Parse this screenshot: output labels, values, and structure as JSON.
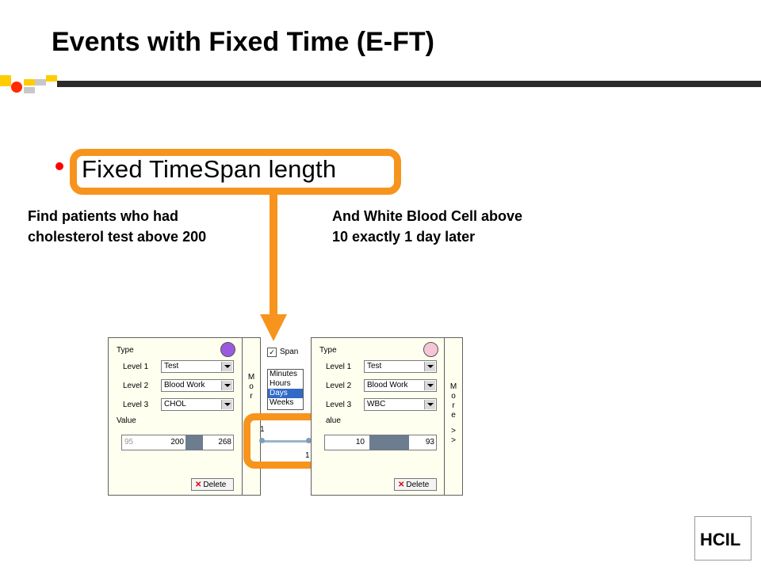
{
  "slide": {
    "title": "Events with Fixed Time (E-FT)",
    "bullet": "Fixed TimeSpan length",
    "note_left": "Find patients who had cholesterol test above 200",
    "note_right": "And White Blood Cell above 10 exactly 1 day later"
  },
  "colors": {
    "accent": "#f7941d",
    "rule": "#2b2b2b",
    "panel_bg": "#fffff0",
    "range_fill": "#6b7d8f"
  },
  "left_panel": {
    "type_label": "Type",
    "circle_color": "#9b59e0",
    "levels": [
      {
        "label": "Level 1",
        "value": "Test"
      },
      {
        "label": "Level 2",
        "value": "Blood Work"
      },
      {
        "label": "Level 3",
        "value": "CHOL"
      }
    ],
    "value_label": "Value",
    "range_min": "95",
    "range_low": "200",
    "range_high": "268",
    "delete_label": "Delete"
  },
  "right_panel": {
    "type_label": "Type",
    "circle_color": "#f5c6d6",
    "levels": [
      {
        "label": "Level 1",
        "value": "Test"
      },
      {
        "label": "Level 2",
        "value": "Blood Work"
      },
      {
        "label": "Level 3",
        "value": "WBC"
      }
    ],
    "value_label": "alue",
    "range_low": "10",
    "range_high": "93",
    "delete_label": "Delete"
  },
  "more_left": [
    "M",
    "o",
    "r"
  ],
  "more_right": [
    "M",
    "o",
    "r",
    "e",
    ">",
    ">"
  ],
  "span": {
    "checkbox_mark": "✓",
    "label": "Span",
    "units": [
      "Minutes",
      "Hours",
      "Days",
      "Weeks"
    ],
    "selected_unit": "Days",
    "start_value": "1",
    "end_value": "1"
  },
  "logo": {
    "text": "HCIL"
  }
}
